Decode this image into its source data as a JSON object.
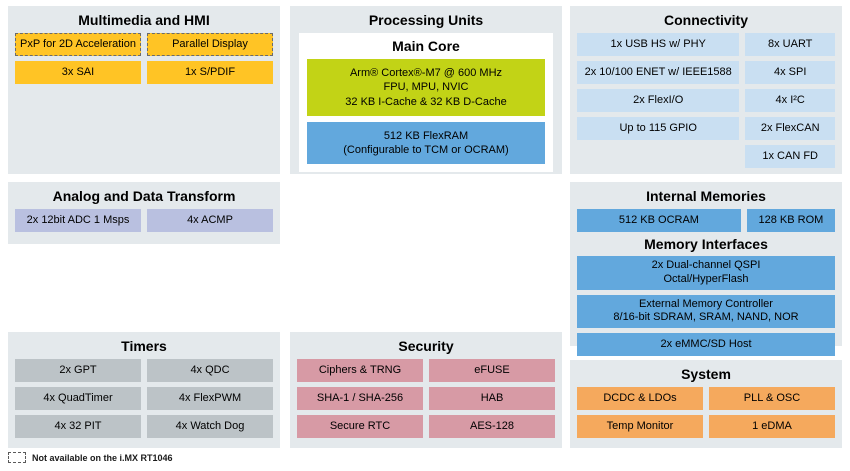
{
  "panels": {
    "multimedia": {
      "title": "Multimedia and HMI",
      "rows": [
        [
          {
            "label": "PxP for 2D Acceleration",
            "style": "c-amber-d"
          },
          {
            "label": "Parallel Display",
            "style": "c-amber-d"
          }
        ],
        [
          {
            "label": "3x SAI",
            "style": "c-amber"
          },
          {
            "label": "1x S/PDIF",
            "style": "c-amber"
          }
        ]
      ]
    },
    "processing": {
      "title": "Processing Units",
      "subtitle": "Main Core",
      "blocks": [
        {
          "label": "Arm® Cortex®-M7 @ 600 MHz\nFPU, MPU, NVIC\n32 KB I-Cache & 32 KB D-Cache",
          "style": "c-olive"
        },
        {
          "label": "512 KB FlexRAM\n(Configurable to TCM or OCRAM)",
          "style": "c-blue"
        }
      ]
    },
    "connectivity": {
      "title": "Connectivity",
      "rows": [
        [
          {
            "label": "1x USB HS w/ PHY",
            "style": "c-blue-lt"
          },
          {
            "label": "8x UART",
            "style": "c-blue-lt"
          }
        ],
        [
          {
            "label": "2x 10/100 ENET w/ IEEE1588",
            "style": "c-blue-lt"
          },
          {
            "label": "4x SPI",
            "style": "c-blue-lt"
          }
        ],
        [
          {
            "label": "2x FlexI/O",
            "style": "c-blue-lt"
          },
          {
            "label": "4x I²C",
            "style": "c-blue-lt"
          }
        ],
        [
          {
            "label": "Up to 115 GPIO",
            "style": "c-blue-lt"
          },
          {
            "label": "2x FlexCAN",
            "style": "c-blue-lt"
          }
        ],
        [
          {
            "label": "",
            "style": "spacer"
          },
          {
            "label": "1x CAN FD",
            "style": "c-blue-lt"
          }
        ]
      ]
    },
    "analog": {
      "title": "Analog and Data Transform",
      "rows": [
        [
          {
            "label": "2x 12bit ADC 1 Msps",
            "style": "c-periw"
          },
          {
            "label": "4x ACMP",
            "style": "c-periw"
          }
        ]
      ]
    },
    "memories": {
      "title": "Internal Memories",
      "subtitle": "Memory Interfaces",
      "internal_rows": [
        [
          {
            "label": "512 KB OCRAM",
            "style": "c-blue",
            "grow": 1.9
          },
          {
            "label": "128 KB ROM",
            "style": "c-blue",
            "grow": 1
          }
        ]
      ],
      "interface_rows": [
        [
          {
            "label": "2x Dual-channel QSPI\nOctal/HyperFlash",
            "style": "c-blue"
          }
        ],
        [
          {
            "label": "External Memory Controller\n8/16-bit SDRAM, SRAM, NAND, NOR",
            "style": "c-blue"
          }
        ],
        [
          {
            "label": "2x eMMC/SD Host",
            "style": "c-blue"
          }
        ]
      ]
    },
    "timers": {
      "title": "Timers",
      "rows": [
        [
          {
            "label": "2x GPT",
            "style": "c-gray"
          },
          {
            "label": "4x QDC",
            "style": "c-gray"
          }
        ],
        [
          {
            "label": "4x QuadTimer",
            "style": "c-gray"
          },
          {
            "label": "4x FlexPWM",
            "style": "c-gray"
          }
        ],
        [
          {
            "label": "4x 32 PIT",
            "style": "c-gray"
          },
          {
            "label": "4x Watch Dog",
            "style": "c-gray"
          }
        ]
      ]
    },
    "security": {
      "title": "Security",
      "rows": [
        [
          {
            "label": "Ciphers & TRNG",
            "style": "c-rose"
          },
          {
            "label": "eFUSE",
            "style": "c-rose"
          }
        ],
        [
          {
            "label": "SHA-1 / SHA-256",
            "style": "c-rose"
          },
          {
            "label": "HAB",
            "style": "c-rose"
          }
        ],
        [
          {
            "label": "Secure RTC",
            "style": "c-rose"
          },
          {
            "label": "AES-128",
            "style": "c-rose"
          }
        ]
      ]
    },
    "system": {
      "title": "System",
      "rows": [
        [
          {
            "label": "DCDC & LDOs",
            "style": "c-orange"
          },
          {
            "label": "PLL & OSC",
            "style": "c-orange"
          }
        ],
        [
          {
            "label": "Temp Monitor",
            "style": "c-orange"
          },
          {
            "label": "1 eDMA",
            "style": "c-orange"
          }
        ]
      ]
    }
  },
  "footnote": {
    "text": "Not available on the i.MX RT1046"
  },
  "colors": {
    "panel_bg": "#e4e9ec",
    "amber": "#ffc425",
    "olive": "#c2d316",
    "blue": "#62a8dd",
    "blue_light": "#c9dff2",
    "periwinkle": "#b9c0e0",
    "gray": "#bcc3c7",
    "rose": "#d79aa5",
    "orange": "#f5a95d"
  }
}
